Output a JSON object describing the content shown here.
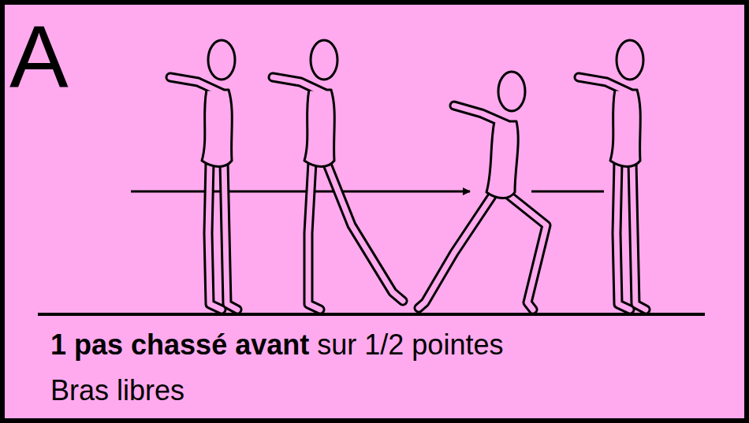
{
  "diagram": {
    "labels": [
      "A",
      "1 pas chassé avant",
      "sur 1/2 pointes",
      "Bras libres"
    ]
  }
}
